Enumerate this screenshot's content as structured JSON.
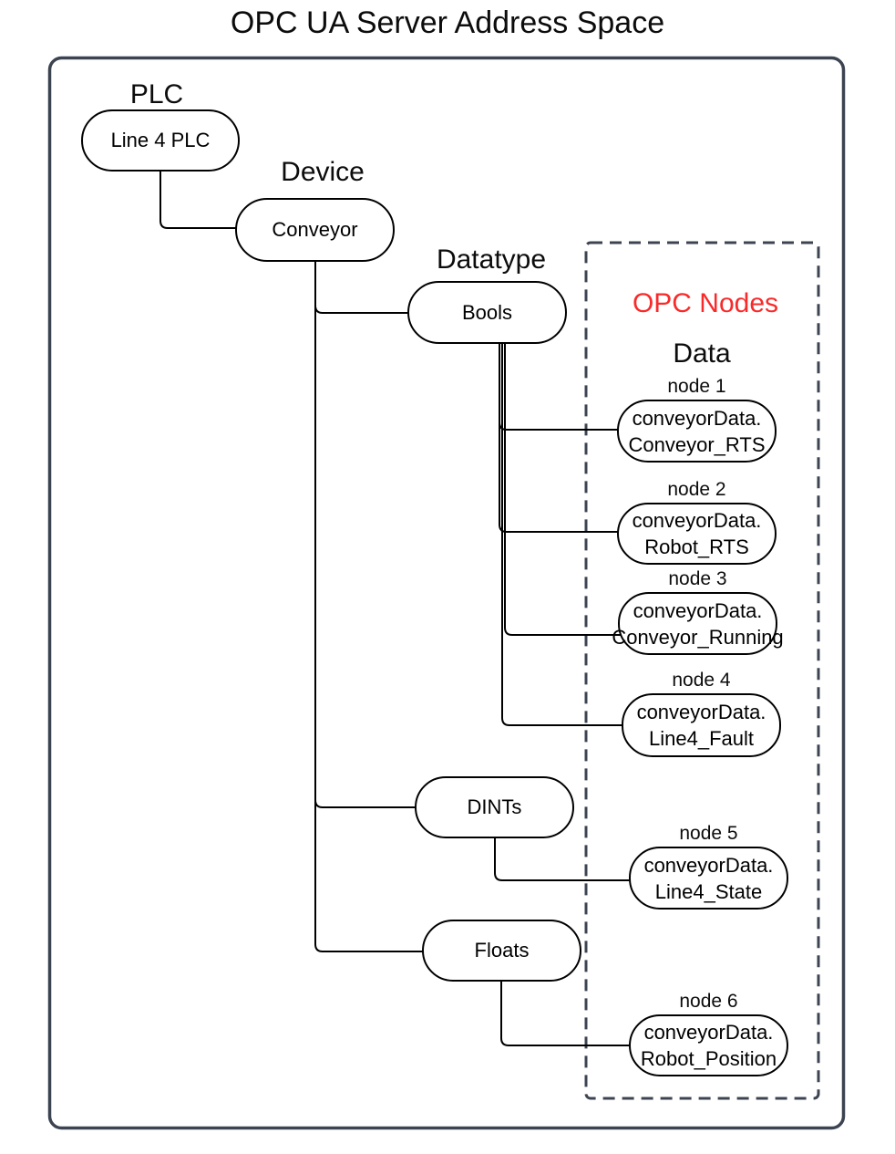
{
  "title": "OPC UA Server Address Space",
  "colors": {
    "accent_red": "#F92A2A",
    "frame_gray": "#3D4451",
    "shape_stroke": "#000000"
  },
  "tree": {
    "plc": {
      "category_label": "PLC",
      "node_label": "Line 4 PLC"
    },
    "device": {
      "category_label": "Device",
      "node_label": "Conveyor"
    },
    "datatype": {
      "category_label": "Datatype",
      "groups": [
        {
          "label": "Bools"
        },
        {
          "label": "DINTs"
        },
        {
          "label": "Floats"
        }
      ]
    }
  },
  "opc_panel": {
    "title": "OPC Nodes",
    "subtitle": "Data",
    "nodes": [
      {
        "name": "node 1",
        "line1": "conveyorData.",
        "line2": "Conveyor_RTS",
        "parent_group": "Bools"
      },
      {
        "name": "node 2",
        "line1": "conveyorData.",
        "line2": "Robot_RTS",
        "parent_group": "Bools"
      },
      {
        "name": "node 3",
        "line1": "conveyorData.",
        "line2": "Conveyor_Running",
        "parent_group": "Bools"
      },
      {
        "name": "node 4",
        "line1": "conveyorData.",
        "line2": "Line4_Fault",
        "parent_group": "Bools"
      },
      {
        "name": "node 5",
        "line1": "conveyorData.",
        "line2": "Line4_State",
        "parent_group": "DINTs"
      },
      {
        "name": "node 6",
        "line1": "conveyorData.",
        "line2": "Robot_Position",
        "parent_group": "Floats"
      }
    ]
  }
}
